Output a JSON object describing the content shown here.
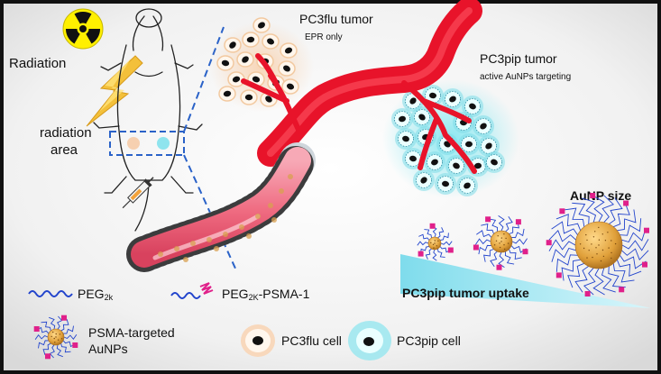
{
  "labels": {
    "radiation": "Radiation",
    "radiation_area": [
      "radiation",
      "area"
    ],
    "pc3flu_title": "PC3flu tumor",
    "pc3flu_sub": "EPR only",
    "pc3pip_title": "PC3pip tumor",
    "pc3pip_sub": "active AuNPs targeting",
    "aunp_size": "AuNP size",
    "uptake": "PC3pip tumor uptake"
  },
  "legend": {
    "peg": {
      "base": "PEG",
      "sub": "2k"
    },
    "peg_psma": {
      "base": "PEG",
      "sub": "2K",
      "suffix": "-PSMA-1"
    },
    "aunps": [
      "PSMA-targeted",
      "AuNPs"
    ],
    "pc3flu_cell": "PC3flu cell",
    "pc3pip_cell": "PC3pip cell"
  },
  "icons": {
    "radiation": "radiation-icon",
    "lightning": "lightning-bolt-icon",
    "mouse": "mouse-outline-icon",
    "syringe": "syringe-icon"
  },
  "colors": {
    "frame": "#111111",
    "background": "#e8e8e8",
    "vessel": "#e8132a",
    "vessel_pink": "#f07a8c",
    "gold": "#e2a43a",
    "peg_blue": "#2244cc",
    "psma_pink": "#e0208a",
    "pip_halo": "#3fd0e0",
    "flu_halo": "#f5c7a0",
    "uptake_wedge": "#9fe6f2",
    "radiation_yellow": "#fff000",
    "dashed_blue": "#2a62c8"
  }
}
